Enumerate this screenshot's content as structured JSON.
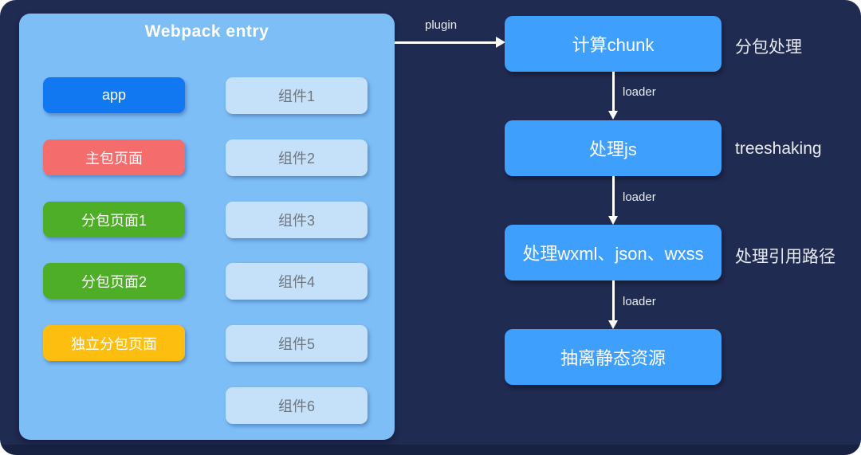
{
  "colors": {
    "background": "#202B52",
    "outer_background": "#FFFFFF",
    "panel_bg": "#7EBEF6",
    "flow_box_bg": "#3E9FFC",
    "component_bg": "#C5E1FA",
    "component_text": "#6E767F",
    "arrow": "#FFFFFF",
    "note_text": "#E7EBF3"
  },
  "panel": {
    "title": "Webpack entry",
    "entries": [
      {
        "label": "app",
        "color": "#1278F2"
      },
      {
        "label": "主包页面",
        "color": "#F56C6C"
      },
      {
        "label": "分包页面1",
        "color": "#4FAE28"
      },
      {
        "label": "分包页面2",
        "color": "#4FAE28"
      },
      {
        "label": "独立分包页面",
        "color": "#FDBE10"
      }
    ],
    "components": [
      {
        "label": "组件1"
      },
      {
        "label": "组件2"
      },
      {
        "label": "组件3"
      },
      {
        "label": "组件4"
      },
      {
        "label": "组件5"
      },
      {
        "label": "组件6"
      }
    ]
  },
  "flow": {
    "entry_arrow_label": "plugin",
    "steps": [
      {
        "label": "计算chunk",
        "note": "分包处理"
      },
      {
        "label": "处理js",
        "note": "treeshaking",
        "incoming_arrow_label": "loader"
      },
      {
        "label": "处理wxml、json、wxss",
        "note": "处理引用路径",
        "incoming_arrow_label": "loader"
      },
      {
        "label": "抽离静态资源",
        "incoming_arrow_label": "loader"
      }
    ]
  }
}
